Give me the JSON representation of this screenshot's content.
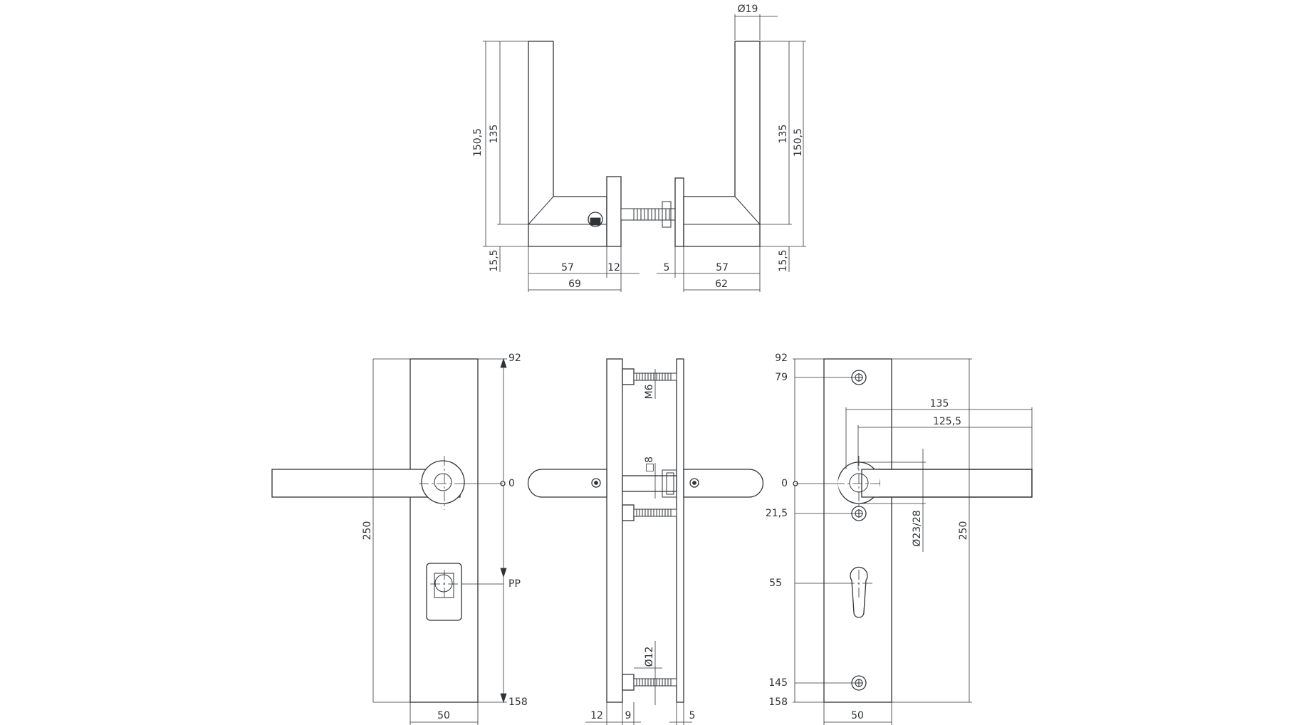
{
  "side_view": {
    "dia_19": "Ø19",
    "h_150_5_left": "150,5",
    "h_135_left": "135",
    "h_135_right": "135",
    "h_150_5_right": "150,5",
    "h_15_5_left": "15,5",
    "h_15_5_right": "15,5",
    "w_57_left": "57",
    "w_12": "12",
    "w_5": "5",
    "w_57_right": "57",
    "w_69": "69",
    "w_62": "62"
  },
  "front_left": {
    "top_92": "92",
    "zero": "0",
    "pp": "PP",
    "bottom_158": "158",
    "height_250": "250",
    "width_50": "50"
  },
  "section": {
    "m6": "M6",
    "sq8": "□8",
    "dia12": "Ø12",
    "w12": "12",
    "w9": "9",
    "w5": "5"
  },
  "back_right": {
    "v92": "92",
    "v79": "79",
    "v0": "0",
    "v21_5": "21,5",
    "v55": "55",
    "v145": "145",
    "v158": "158",
    "l135": "135",
    "l125_5": "125,5",
    "dia23_28": "Ø23/28",
    "h250": "250",
    "w50": "50"
  }
}
